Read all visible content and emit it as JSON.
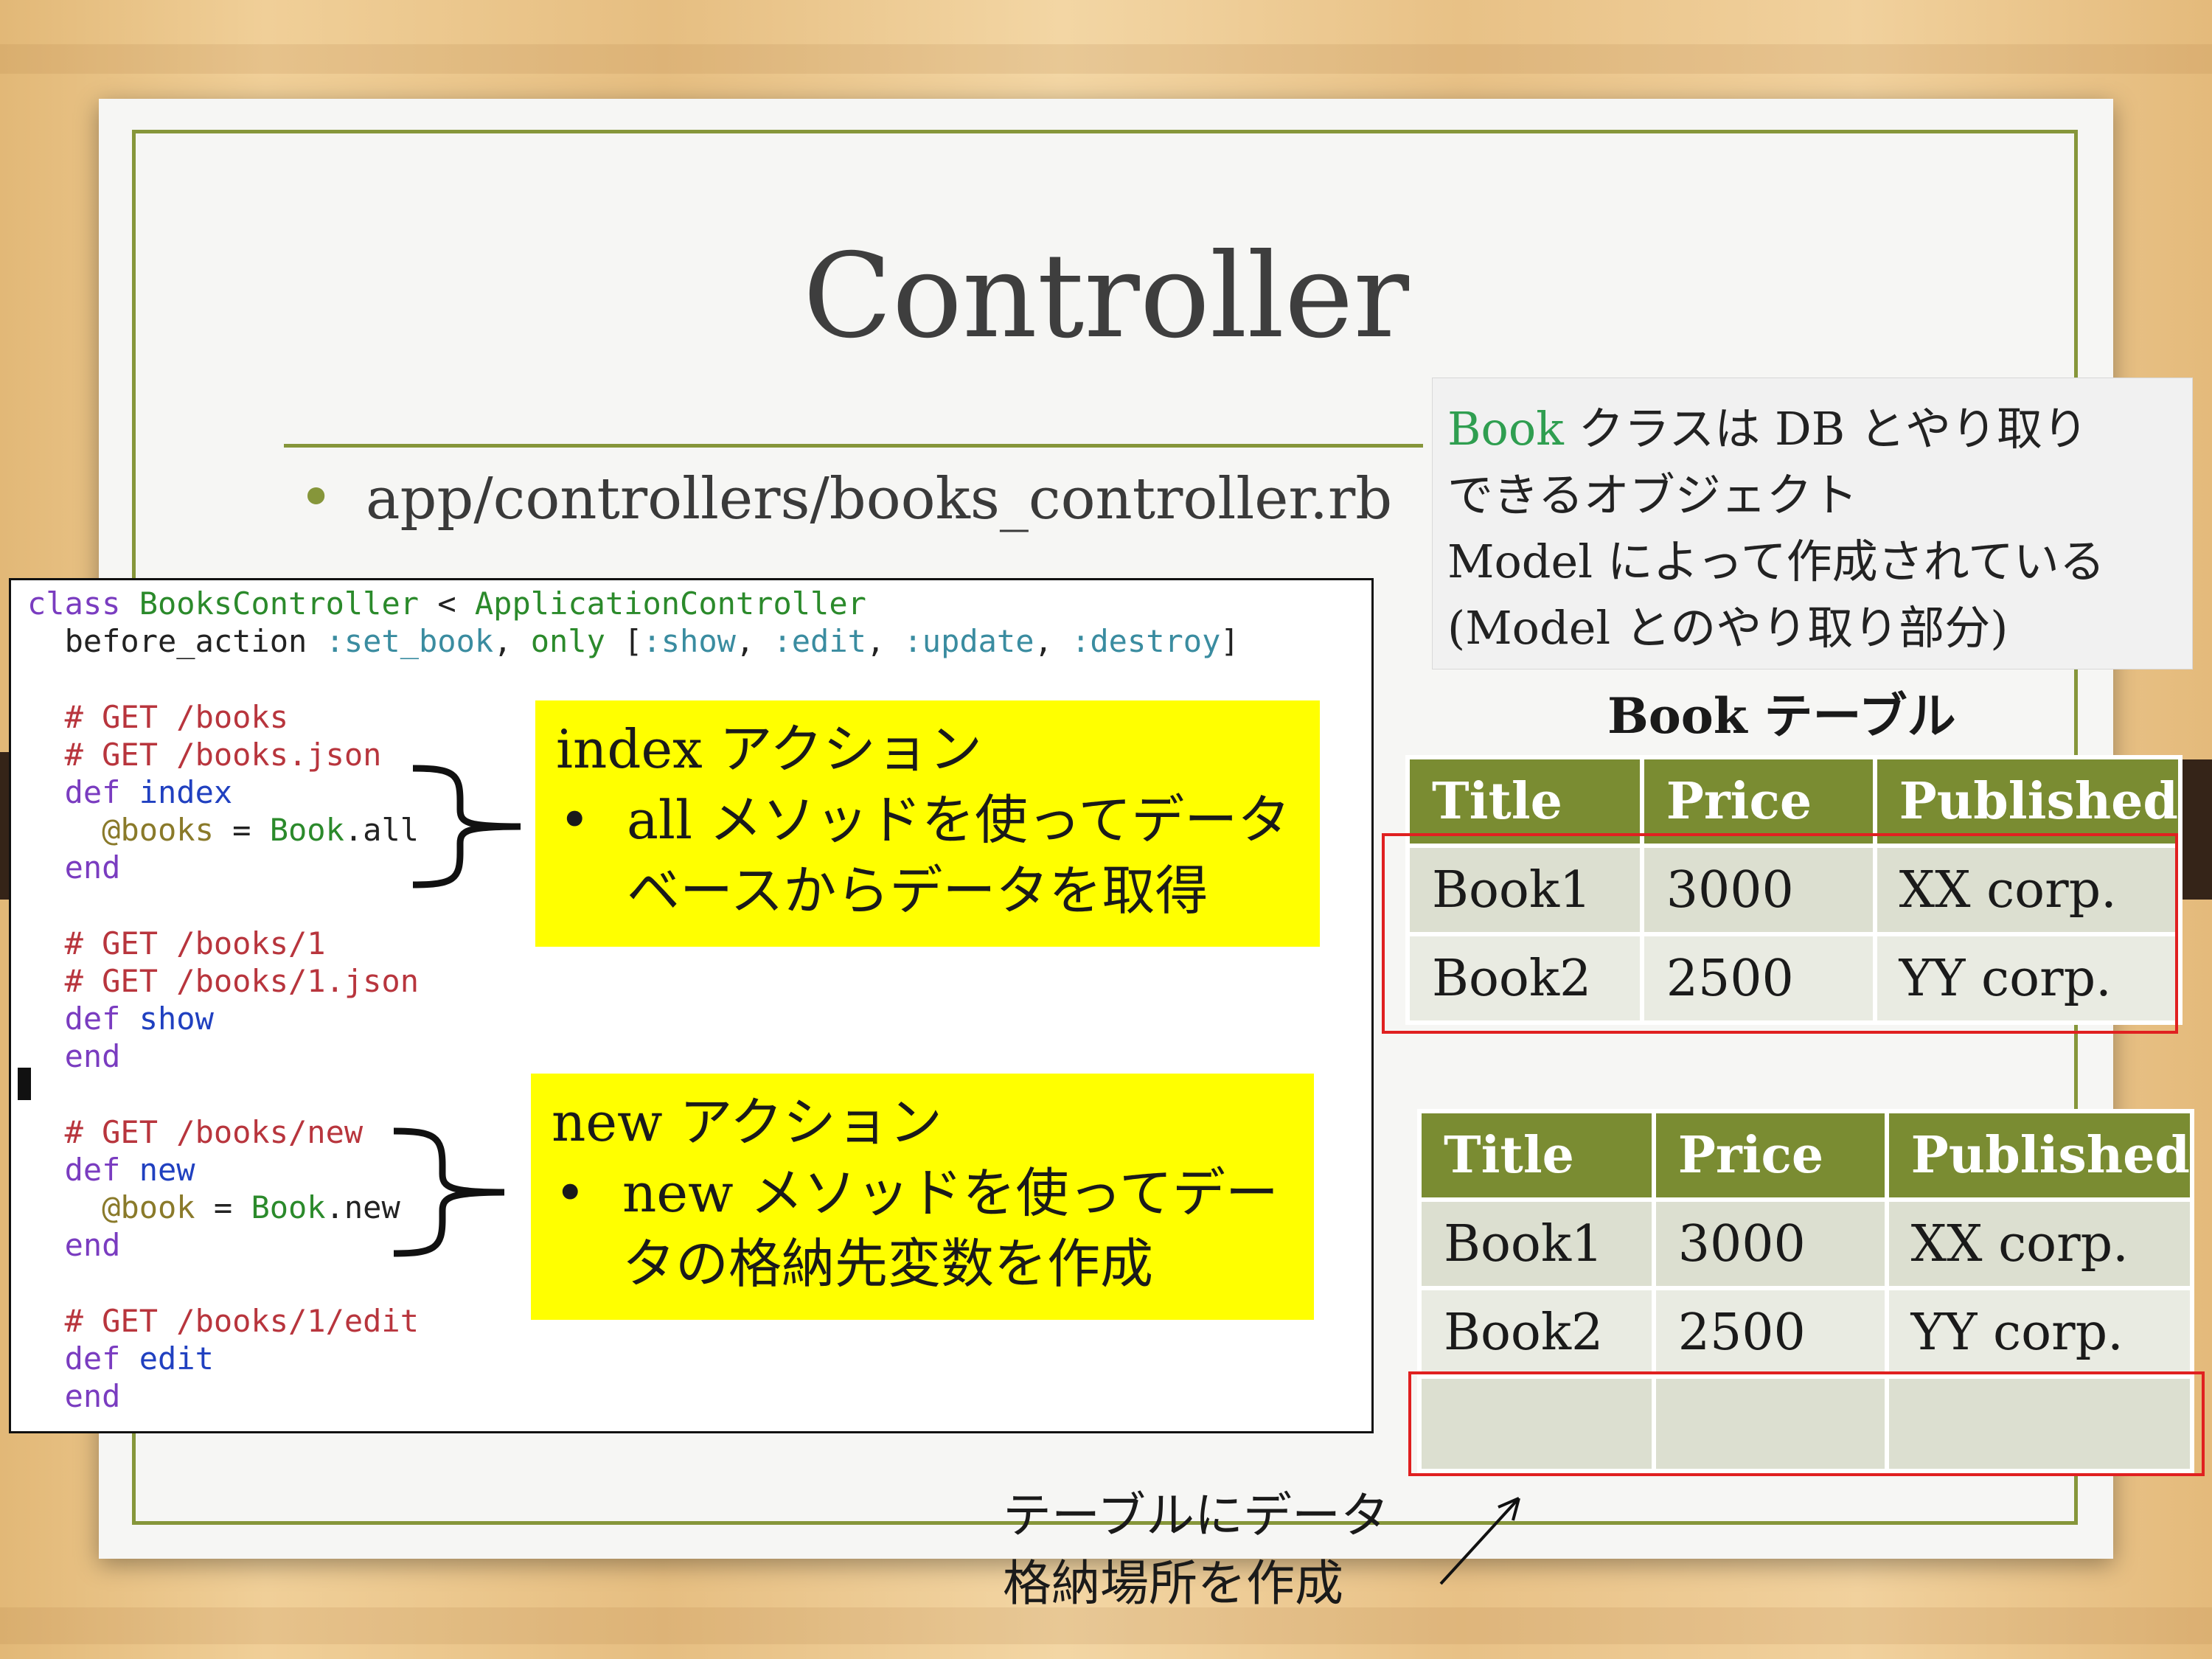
{
  "slide": {
    "title": "Controller",
    "bullet": "app/controllers/books_controller.rb"
  },
  "note": {
    "line1_accent": "Book",
    "line1_rest": " クラスは DB とやり取り",
    "line2": "できるオブジェクト",
    "line3": "Model によって作成されている",
    "line4": "(Model とのやり取り部分)"
  },
  "code": {
    "lines": [
      "class BooksController < ApplicationController",
      "  before_action :set_book, only: [:show, :edit, :update, :destroy]",
      "",
      "  # GET /books",
      "  # GET /books.json",
      "  def index",
      "    @books = Book.all",
      "  end",
      "",
      "  # GET /books/1",
      "  # GET /books/1.json",
      "  def show",
      "  end",
      "",
      "  # GET /books/new",
      "  def new",
      "    @book = Book.new",
      "  end",
      "",
      "  # GET /books/1/edit",
      "  def edit",
      "  end"
    ]
  },
  "callout_index": {
    "heading": "index アクション",
    "bullet_line1": "all メソッドを使ってデータ",
    "bullet_line2": "ベースからデータを取得"
  },
  "callout_new": {
    "heading": "new アクション",
    "bullet_line1": "new メソッドを使ってデー",
    "bullet_line2": "タの格納先変数を作成"
  },
  "book_table": {
    "title": "Book テーブル",
    "headers": [
      "Title",
      "Price",
      "Published"
    ],
    "rows": [
      [
        "Book1",
        "3000",
        "XX corp."
      ],
      [
        "Book2",
        "2500",
        "YY corp."
      ]
    ]
  },
  "new_table": {
    "headers": [
      "Title",
      "Price",
      "Published"
    ],
    "rows": [
      [
        "Book1",
        "3000",
        "XX corp."
      ],
      [
        "Book2",
        "2500",
        "YY corp."
      ],
      [
        "",
        "",
        ""
      ]
    ]
  },
  "bottom_note": {
    "line1": "テーブルにデータ",
    "line2": "格納場所を作成"
  },
  "colors": {
    "accent_green": "#86963a",
    "table_header": "#7a8c32",
    "highlight_red": "#e02020",
    "callout_yellow": "#ffff00",
    "note_accent": "#2f9e50"
  }
}
